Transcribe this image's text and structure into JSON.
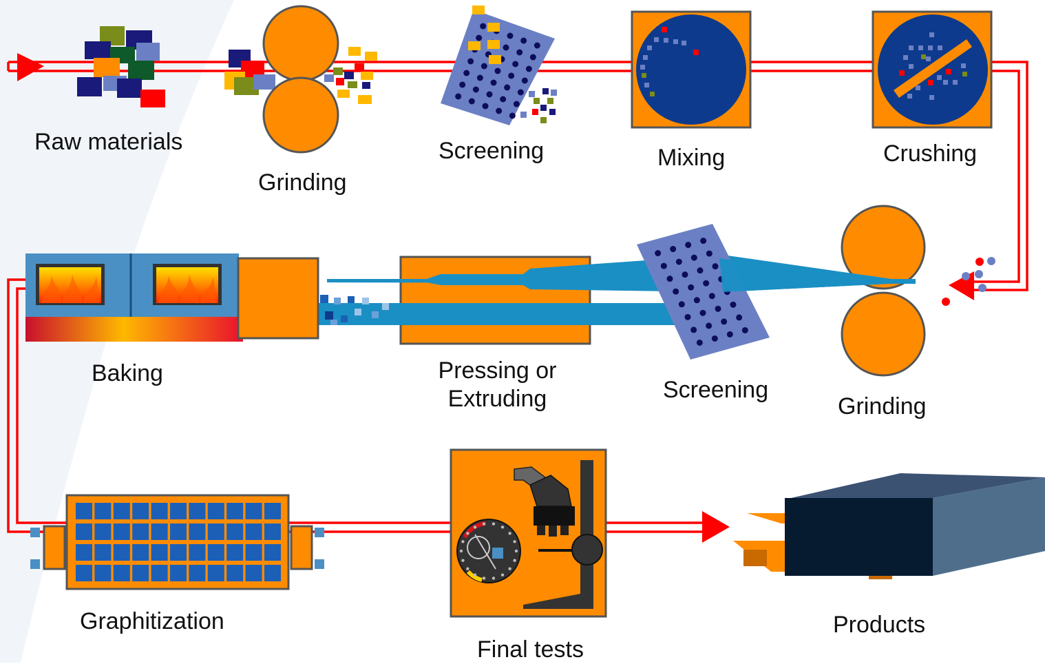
{
  "colors": {
    "orange": "#FF8C00",
    "navy": "#0D3A8C",
    "blue": "#1C5FB7",
    "cyan": "#1A8FC4",
    "red": "#FF0000",
    "stroke": "#555555",
    "dark_box": "#061A30",
    "box_side": "#4E6E8C"
  },
  "steps": [
    {
      "id": "raw",
      "label": "Raw materials"
    },
    {
      "id": "grinding1",
      "label": "Grinding"
    },
    {
      "id": "screening1",
      "label": "Screening"
    },
    {
      "id": "mixing",
      "label": "Mixing"
    },
    {
      "id": "crushing",
      "label": "Crushing"
    },
    {
      "id": "grinding2",
      "label": "Grinding"
    },
    {
      "id": "screening2",
      "label": "Screening"
    },
    {
      "id": "pressing",
      "label_line1": "Pressing or",
      "label_line2": "Extruding"
    },
    {
      "id": "baking",
      "label": "Baking"
    },
    {
      "id": "graphitization",
      "label": "Graphitization"
    },
    {
      "id": "final_tests",
      "label": "Final tests"
    },
    {
      "id": "products",
      "label": "Products"
    }
  ]
}
